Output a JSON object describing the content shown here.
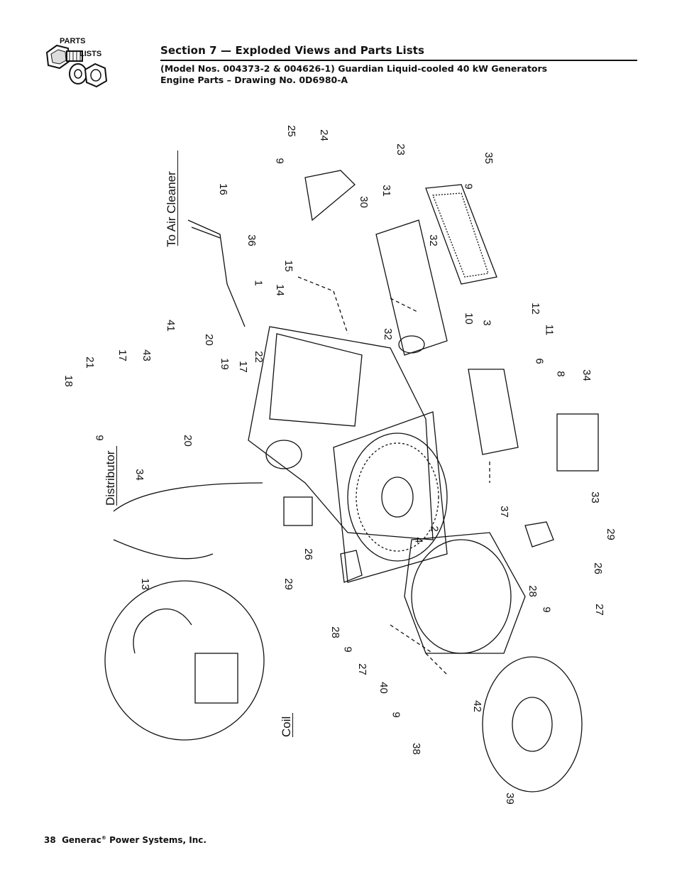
{
  "logo": {
    "line1": "PARTS",
    "line2": "LISTS"
  },
  "header": {
    "section_title": "Section 7 — Exploded Views and Parts Lists",
    "subtitle_line1": "(Model Nos. 004373-2 & 004626-1) Guardian Liquid-cooled 40 kW Generators",
    "subtitle_line2": "Engine Parts – Drawing No. 0D6980-A"
  },
  "labels": {
    "to_air_cleaner": "To Air Cleaner",
    "distributor": "Distributor",
    "coil": "Coil"
  },
  "callouts": [
    "25",
    "24",
    "9",
    "16",
    "36",
    "1",
    "14",
    "15",
    "30",
    "31",
    "23",
    "35",
    "9",
    "32",
    "10",
    "3",
    "12",
    "11",
    "32",
    "6",
    "8",
    "34",
    "41",
    "20",
    "19",
    "43",
    "17",
    "21",
    "18",
    "9",
    "17",
    "22",
    "20",
    "34",
    "33",
    "37",
    "2",
    "4",
    "29",
    "26",
    "13",
    "26",
    "29",
    "28",
    "9",
    "27",
    "28",
    "9",
    "27",
    "40",
    "9",
    "42",
    "38",
    "39"
  ],
  "footer": {
    "page": "38",
    "company": "Generac",
    "reg": "®",
    "company_suffix": "Power Systems, Inc."
  }
}
